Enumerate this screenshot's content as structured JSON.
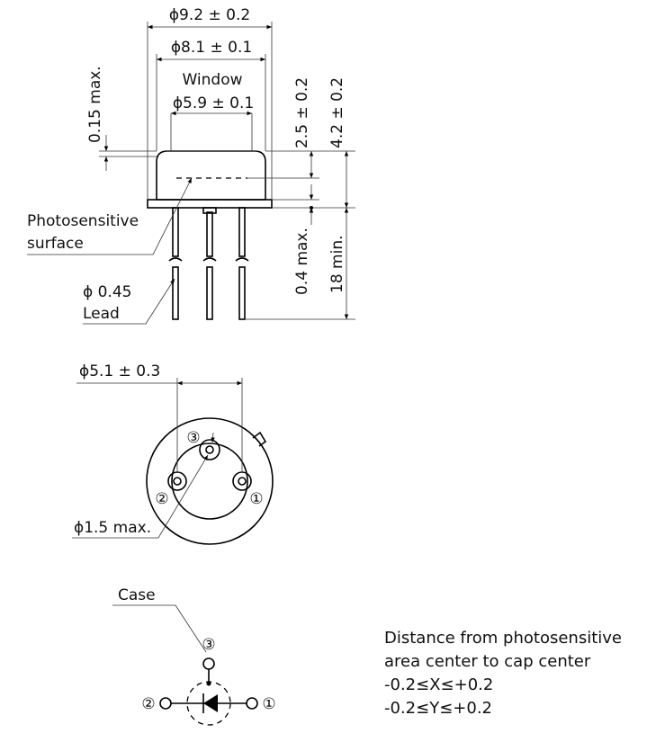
{
  "side_view": {
    "dim_cap_dia": "ϕ9.2 ± 0.2",
    "dim_window_outer": "ϕ8.1 ± 0.1",
    "window_label": "Window",
    "dim_window": "ϕ5.9 ± 0.1",
    "dim_window_thickness": "0.15 max.",
    "dim_photosurface_height": "2.5 ± 0.2",
    "dim_cap_height": "4.2 ± 0.2",
    "dim_flange": "0.4 max.",
    "dim_lead_length": "18 min.",
    "label_surface_line1": "Photosensitive",
    "label_surface_line2": "surface",
    "label_lead_dia": "ϕ 0.45",
    "label_lead": "Lead"
  },
  "bottom_view": {
    "dim_pin_circle": "ϕ5.1 ± 0.3",
    "dim_glass": "ϕ1.5 max.",
    "pin_numbers": [
      "①",
      "②",
      "③"
    ]
  },
  "schematic": {
    "case_label": "Case",
    "pin_numbers": [
      "①",
      "②",
      "③"
    ]
  },
  "note": {
    "lines": [
      "Distance from photosensitive",
      "area center to cap center",
      "-0.2≤X≤+0.2",
      "-0.2≤Y≤+0.2"
    ]
  }
}
